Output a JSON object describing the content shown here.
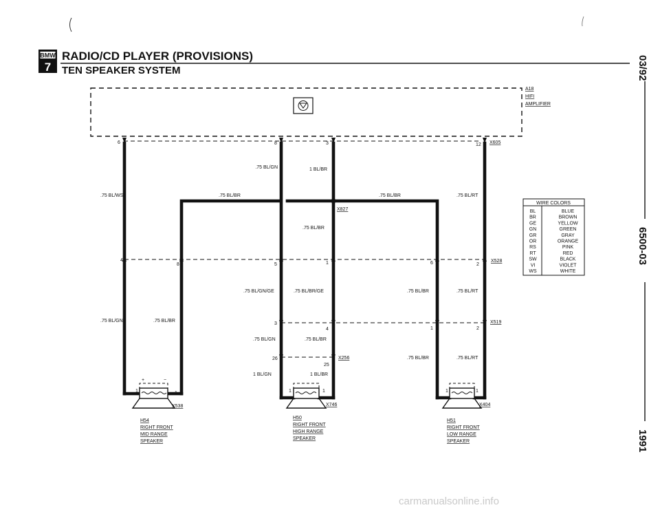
{
  "header": {
    "badge_top": "BMW",
    "badge_bottom": "7",
    "title": "RADIO/CD PLAYER (PROVISIONS)",
    "subtitle": "TEN SPEAKER SYSTEM"
  },
  "side_margin": {
    "date": "03/92",
    "doc_number": "6500-03",
    "year": "1991"
  },
  "amplifier": {
    "id": "A18",
    "line1": "HIFI",
    "line2": "AMPLIFIER",
    "connector": "X605",
    "pins": [
      "6",
      "8",
      "3",
      "12"
    ]
  },
  "connectors": {
    "x827": "X827",
    "x528": "X528",
    "x519": "X519",
    "x256": "X256",
    "x538": "X538",
    "x746": "X746",
    "x404": "X404"
  },
  "pins": {
    "x528": [
      "4",
      "8",
      "5",
      "1",
      "6",
      "2"
    ],
    "x519": [
      "3",
      "4",
      "1",
      "2"
    ],
    "x256": [
      "26",
      "25"
    ],
    "spk_h54": [
      "1",
      "1"
    ],
    "spk_h50": [
      "1",
      "1"
    ],
    "spk_h51": [
      "1",
      "1"
    ],
    "polarity_plus": "+",
    "polarity_minus": "−"
  },
  "wire_labels": {
    "a1": ".75 BL/GN",
    "a2": "1 BL/BR",
    "a3": ".75 BL/WS",
    "a4": ".75 BL/BR",
    "a5": ".75 BL/BR",
    "a6": ".75 BL/RT",
    "a7": ".75 BL/BR",
    "b1": ".75 BL/GN/GE",
    "b2": ".75 BL/BR/GE",
    "b3": ".75 BL/BR",
    "b4": ".75 BL/RT",
    "b5": ".75 BL/GN",
    "b6": ".75 BL/BR",
    "c1": ".75 BL/GN",
    "c2": ".75 BL/BR",
    "c3": ".75 BL/BR",
    "c4": ".75 BL/RT",
    "d1": "1 BL/GN",
    "d2": "1 BL/BR"
  },
  "speakers": [
    {
      "id": "H54",
      "line1": "RIGHT FRONT",
      "line2": "MID RANGE",
      "line3": "SPEAKER"
    },
    {
      "id": "H50",
      "line1": "RIGHT FRONT",
      "line2": "HIGH RANGE",
      "line3": "SPEAKER"
    },
    {
      "id": "H51",
      "line1": "RIGHT FRONT",
      "line2": "LOW RANGE",
      "line3": "SPEAKER"
    }
  ],
  "wire_colors": {
    "title": "WIRE COLORS",
    "rows": [
      {
        "code": "BL",
        "name": "BLUE"
      },
      {
        "code": "BR",
        "name": "BROWN"
      },
      {
        "code": "GE",
        "name": "YELLOW"
      },
      {
        "code": "GN",
        "name": "GREEN"
      },
      {
        "code": "GR",
        "name": "GRAY"
      },
      {
        "code": "OR",
        "name": "ORANGE"
      },
      {
        "code": "RS",
        "name": "PINK"
      },
      {
        "code": "RT",
        "name": "RED"
      },
      {
        "code": "SW",
        "name": "BLACK"
      },
      {
        "code": "VI",
        "name": "VIOLET"
      },
      {
        "code": "WS",
        "name": "WHITE"
      }
    ]
  },
  "watermark": "carmanualsonline.info",
  "colors": {
    "ink": "#111111",
    "watermark": "#c9c9c9"
  }
}
